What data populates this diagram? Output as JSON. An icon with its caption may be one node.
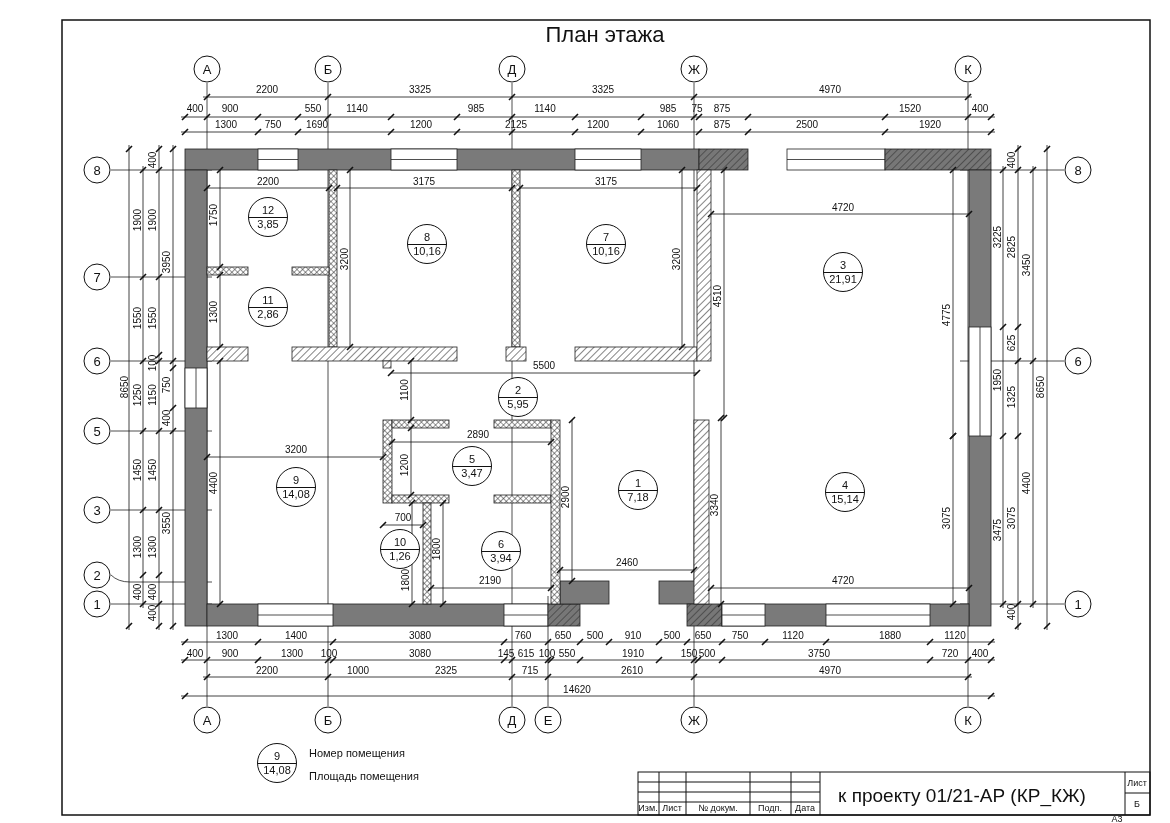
{
  "diagram": {
    "title": "План этажа",
    "nodes": [
      {
        "text": [
          "А"
        ]
      },
      {
        "text": [
          "Б"
        ]
      },
      {
        "text": [
          "Д"
        ]
      },
      {
        "text": [
          "Ж"
        ]
      },
      {
        "text": [
          "К"
        ]
      },
      {
        "text": [
          "8"
        ]
      },
      {
        "text": [
          "8"
        ]
      },
      {
        "text": [
          "12",
          "3,85"
        ]
      },
      {
        "text": [
          "8",
          "10,16"
        ]
      },
      {
        "text": [
          "7",
          "10,16"
        ]
      },
      {
        "text": [
          "3",
          "21,91"
        ]
      },
      {
        "text": [
          "7"
        ]
      },
      {
        "text": [
          "11",
          "2,86"
        ]
      },
      {
        "text": [
          "6"
        ]
      },
      {
        "text": [
          "6"
        ]
      },
      {
        "text": [
          "2",
          "5,95"
        ]
      },
      {
        "text": [
          "5"
        ]
      },
      {
        "text": [
          "5",
          "3,47"
        ]
      },
      {
        "text": [
          "9",
          "14,08"
        ]
      },
      {
        "text": [
          "1",
          "7,18"
        ]
      },
      {
        "text": [
          "4",
          "15,14"
        ]
      },
      {
        "text": [
          "3"
        ]
      },
      {
        "text": [
          "10",
          "1,26"
        ]
      },
      {
        "text": [
          "6",
          "3,94"
        ]
      },
      {
        "text": [
          "2"
        ]
      },
      {
        "text": [
          "1"
        ]
      },
      {
        "text": [
          "1"
        ]
      },
      {
        "text": [
          "А"
        ]
      },
      {
        "text": [
          "Б"
        ]
      },
      {
        "text": [
          "Д"
        ]
      },
      {
        "text": [
          "Е"
        ]
      },
      {
        "text": [
          "Ж"
        ]
      },
      {
        "text": [
          "К"
        ]
      },
      {
        "text": [
          "9",
          "14,08"
        ]
      }
    ],
    "labels": [
      "2200",
      "3325",
      "3325",
      "4970",
      "400",
      "900",
      "550",
      "1140",
      "985",
      "1140",
      "985",
      "75",
      "875",
      "1520",
      "400",
      "1300",
      "750",
      "1690",
      "1200",
      "2125",
      "1200",
      "1060",
      "875",
      "2500",
      "1920",
      "8650",
      "1900",
      "1550",
      "1250",
      "1450",
      "1300",
      "400",
      "400",
      "1900",
      "1550",
      "100",
      "1150",
      "1450",
      "1300",
      "400",
      "400",
      "3950",
      "750",
      "400",
      "3550",
      "2200",
      "3175",
      "3175",
      "4720",
      "1750",
      "3200",
      "3200",
      "4510",
      "1300",
      "4775",
      "5500",
      "1100",
      "2890",
      "3200",
      "1200",
      "4400",
      "2900",
      "3340",
      "3075",
      "700",
      "1800",
      "2460",
      "1800",
      "2190",
      "4720",
      "3225",
      "1950",
      "3475",
      "400",
      "2825",
      "625",
      "1325",
      "3075",
      "400",
      "3450",
      "4400",
      "8650",
      "1300",
      "1400",
      "3080",
      "760",
      "650",
      "500",
      "910",
      "500",
      "650",
      "750",
      "1120",
      "1880",
      "1120",
      "400",
      "900",
      "1300",
      "100",
      "3080",
      "145",
      "615",
      "100",
      "550",
      "1910",
      "150",
      "500",
      "3750",
      "720",
      "400",
      "2200",
      "1000",
      "2325",
      "715",
      "2610",
      "4970",
      "14620",
      "Изм.",
      "Лист",
      "№ докум.",
      "Подп.",
      "Дата",
      "к проекту 01/21-АР (КР_КЖ)",
      "Лист",
      "Б",
      "А3"
    ],
    "legend": [
      {
        "text": "Номер помещения"
      },
      {
        "text": "Площадь помещения"
      }
    ]
  }
}
